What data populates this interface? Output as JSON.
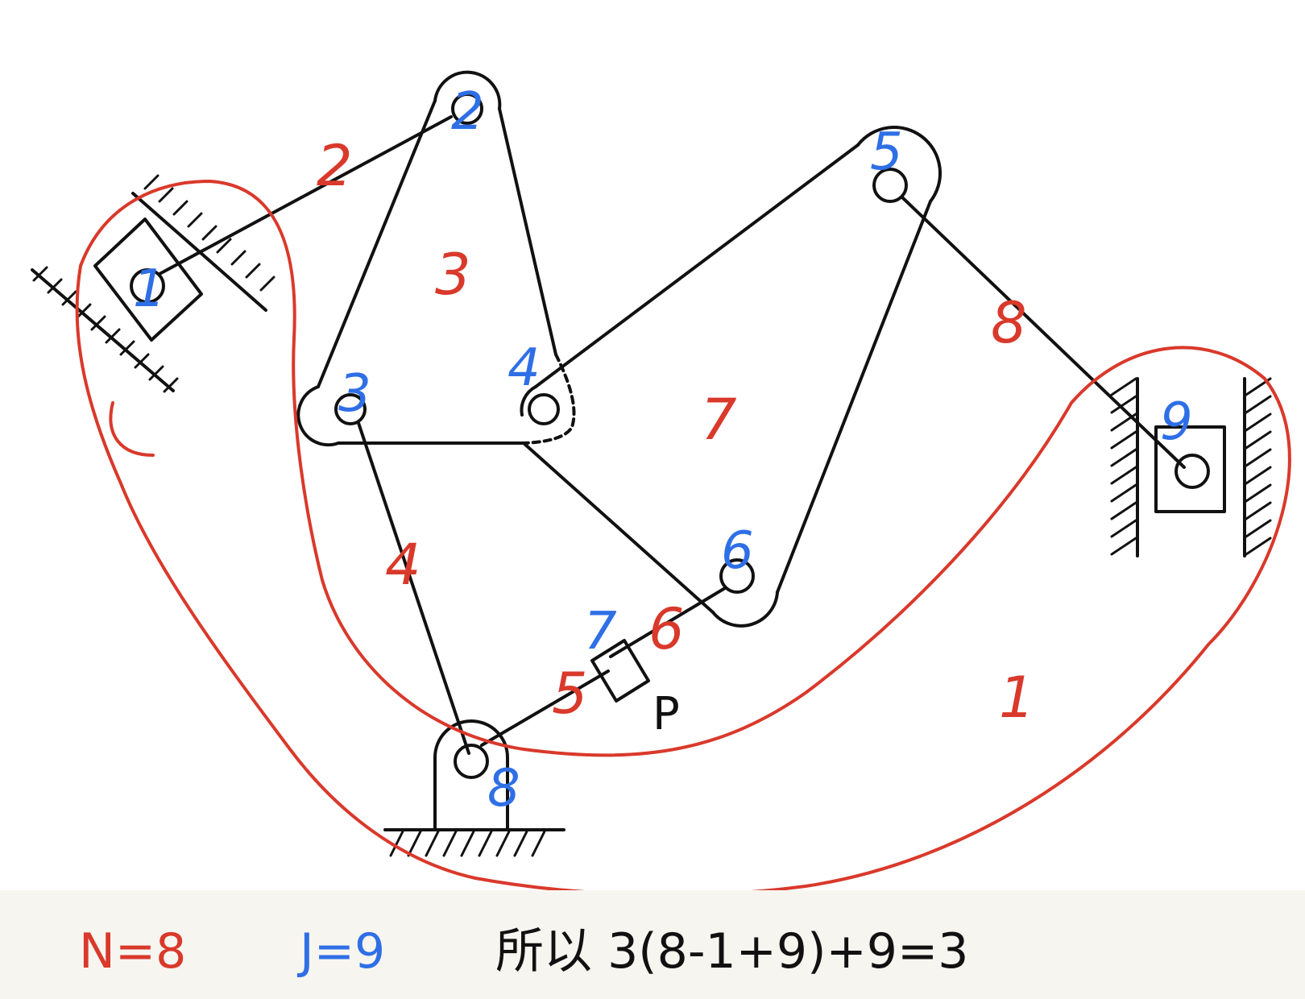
{
  "colors": {
    "ink": "#111111",
    "link_annotation": "#d9392b",
    "joint_annotation": "#2f6fe6",
    "footer_background": "#f7f5f0"
  },
  "diagram": {
    "slider_label": "P",
    "joint_labels": [
      "1",
      "2",
      "3",
      "4",
      "5",
      "6",
      "7",
      "8",
      "9"
    ],
    "link_labels": [
      "1",
      "2",
      "3",
      "4",
      "5",
      "6",
      "7",
      "8"
    ]
  },
  "footer": {
    "n_equation": "N=8",
    "j_equation": "J=9",
    "calculation": "所以 3(8-1+9)+9=3"
  }
}
